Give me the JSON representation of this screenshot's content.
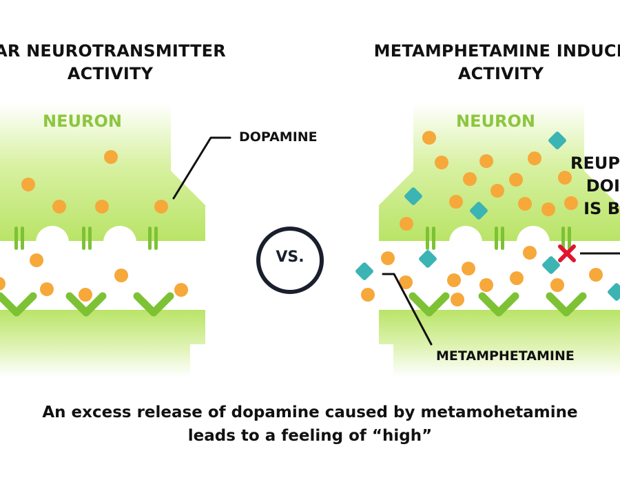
{
  "titles": {
    "left_line1": "AR NEUROTRANSMITTER",
    "left_line2": "ACTIVITY",
    "right_line1": "METAMPHETAMINE INDUCE",
    "right_line2": "ACTIVITY"
  },
  "labels": {
    "neuron_left": "NEURON",
    "neuron_right": "NEURON",
    "dopamine": "DOPAMINE",
    "metamphetamine": "METAMPHETAMINE",
    "blocked_line1": "REUP",
    "blocked_line2": "DOI",
    "blocked_line3": "IS B",
    "vs": "VS."
  },
  "caption": {
    "line1": "An excess release of dopamine caused by metamohetamine",
    "line2": "leads to a feeling of “high”"
  },
  "colors": {
    "green_light": "#c5ea7a",
    "green_dark": "#7dc234",
    "dopamine_orange": "#f6a83a",
    "meth_teal": "#3bb4b3",
    "block_red": "#e0152e",
    "vs_ring": "#1a1f2e"
  },
  "icons": {
    "dopamine": "orange-circle",
    "metamphetamine": "teal-diamond",
    "blocked": "red-x"
  }
}
